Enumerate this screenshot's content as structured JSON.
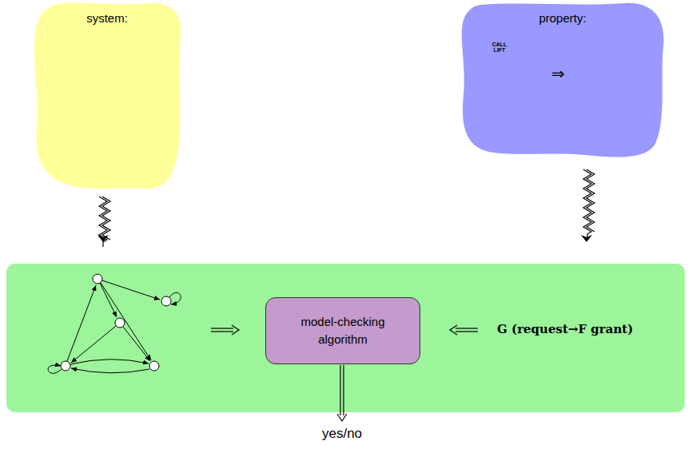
{
  "diagram": {
    "nodes": [
      {
        "text": [
          "system:"
        ]
      },
      {
        "text": [
          "property:"
        ]
      },
      {
        "text": [
          "model-checking algorithm"
        ]
      }
    ],
    "labels": [
      "CALL LIFT",
      "⇒",
      "G (request→F grant)",
      "yes/no"
    ]
  }
}
